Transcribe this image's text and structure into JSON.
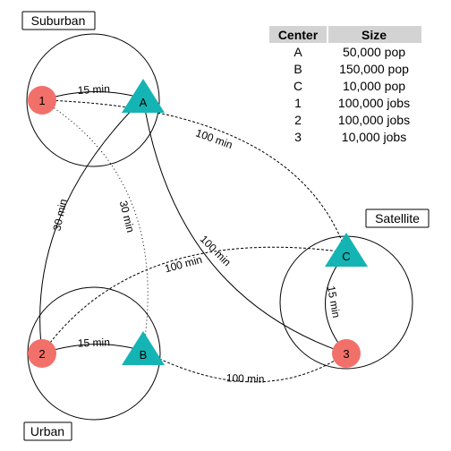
{
  "regions": {
    "suburban": "Suburban",
    "urban": "Urban",
    "satellite": "Satellite"
  },
  "nodes": {
    "job_1": "1",
    "job_2": "2",
    "job_3": "3",
    "pop_A": "A",
    "pop_B": "B",
    "pop_C": "C"
  },
  "edges": {
    "one_a": "15 min",
    "two_b": "15 min",
    "a_two": "30 min",
    "one_b": "30 min",
    "one_c": "100 min",
    "a_three": "100 min",
    "two_c": "100 min",
    "b_three": "100 min",
    "c_three": "15 min"
  },
  "legend": {
    "headers": [
      "Center",
      "Size"
    ],
    "rows": [
      [
        "A",
        "50,000 pop"
      ],
      [
        "B",
        "150,000 pop"
      ],
      [
        "C",
        "10,000 pop"
      ],
      [
        "1",
        "100,000 jobs"
      ],
      [
        "2",
        "100,000 jobs"
      ],
      [
        "3",
        "10,000 jobs"
      ]
    ]
  },
  "colors": {
    "job_node": "#f2706a",
    "pop_node": "#14b4b4",
    "header_bg": "#d3d3d3"
  }
}
